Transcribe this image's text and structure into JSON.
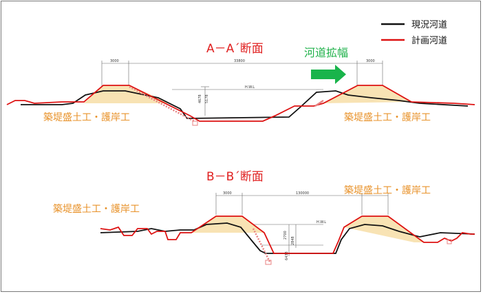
{
  "legend": {
    "existing": {
      "label": "現況河道",
      "color": "#111111"
    },
    "planned": {
      "label": "計画河道",
      "color": "#dd1111"
    }
  },
  "section_a": {
    "title": "A－A´断面",
    "widening_label": "河道拡幅",
    "left_caption": "築堤盛土工・護岸工",
    "right_caption": "築堤盛土工・護岸工",
    "dims": {
      "left_width": "3000",
      "channel_width": "33800",
      "right_width": "3000",
      "water_level": "H.W.L",
      "depth_1": "4678",
      "depth_2": "5178"
    }
  },
  "section_b": {
    "title": "B－B´断面",
    "left_caption": "築堤盛土工・護岸工",
    "right_caption": "築堤盛土工・護岸工",
    "dims": {
      "left_width": "3000",
      "channel_width": "130000",
      "water_level": "H.W.L",
      "depth_1": "2700",
      "depth_2": "2848",
      "depth_3": "6438"
    }
  },
  "colors": {
    "fill": "#f8e3b4",
    "existing": "#111111",
    "planned": "#dd1111",
    "arrow": "#19b44b",
    "caption": "#e8922a"
  }
}
